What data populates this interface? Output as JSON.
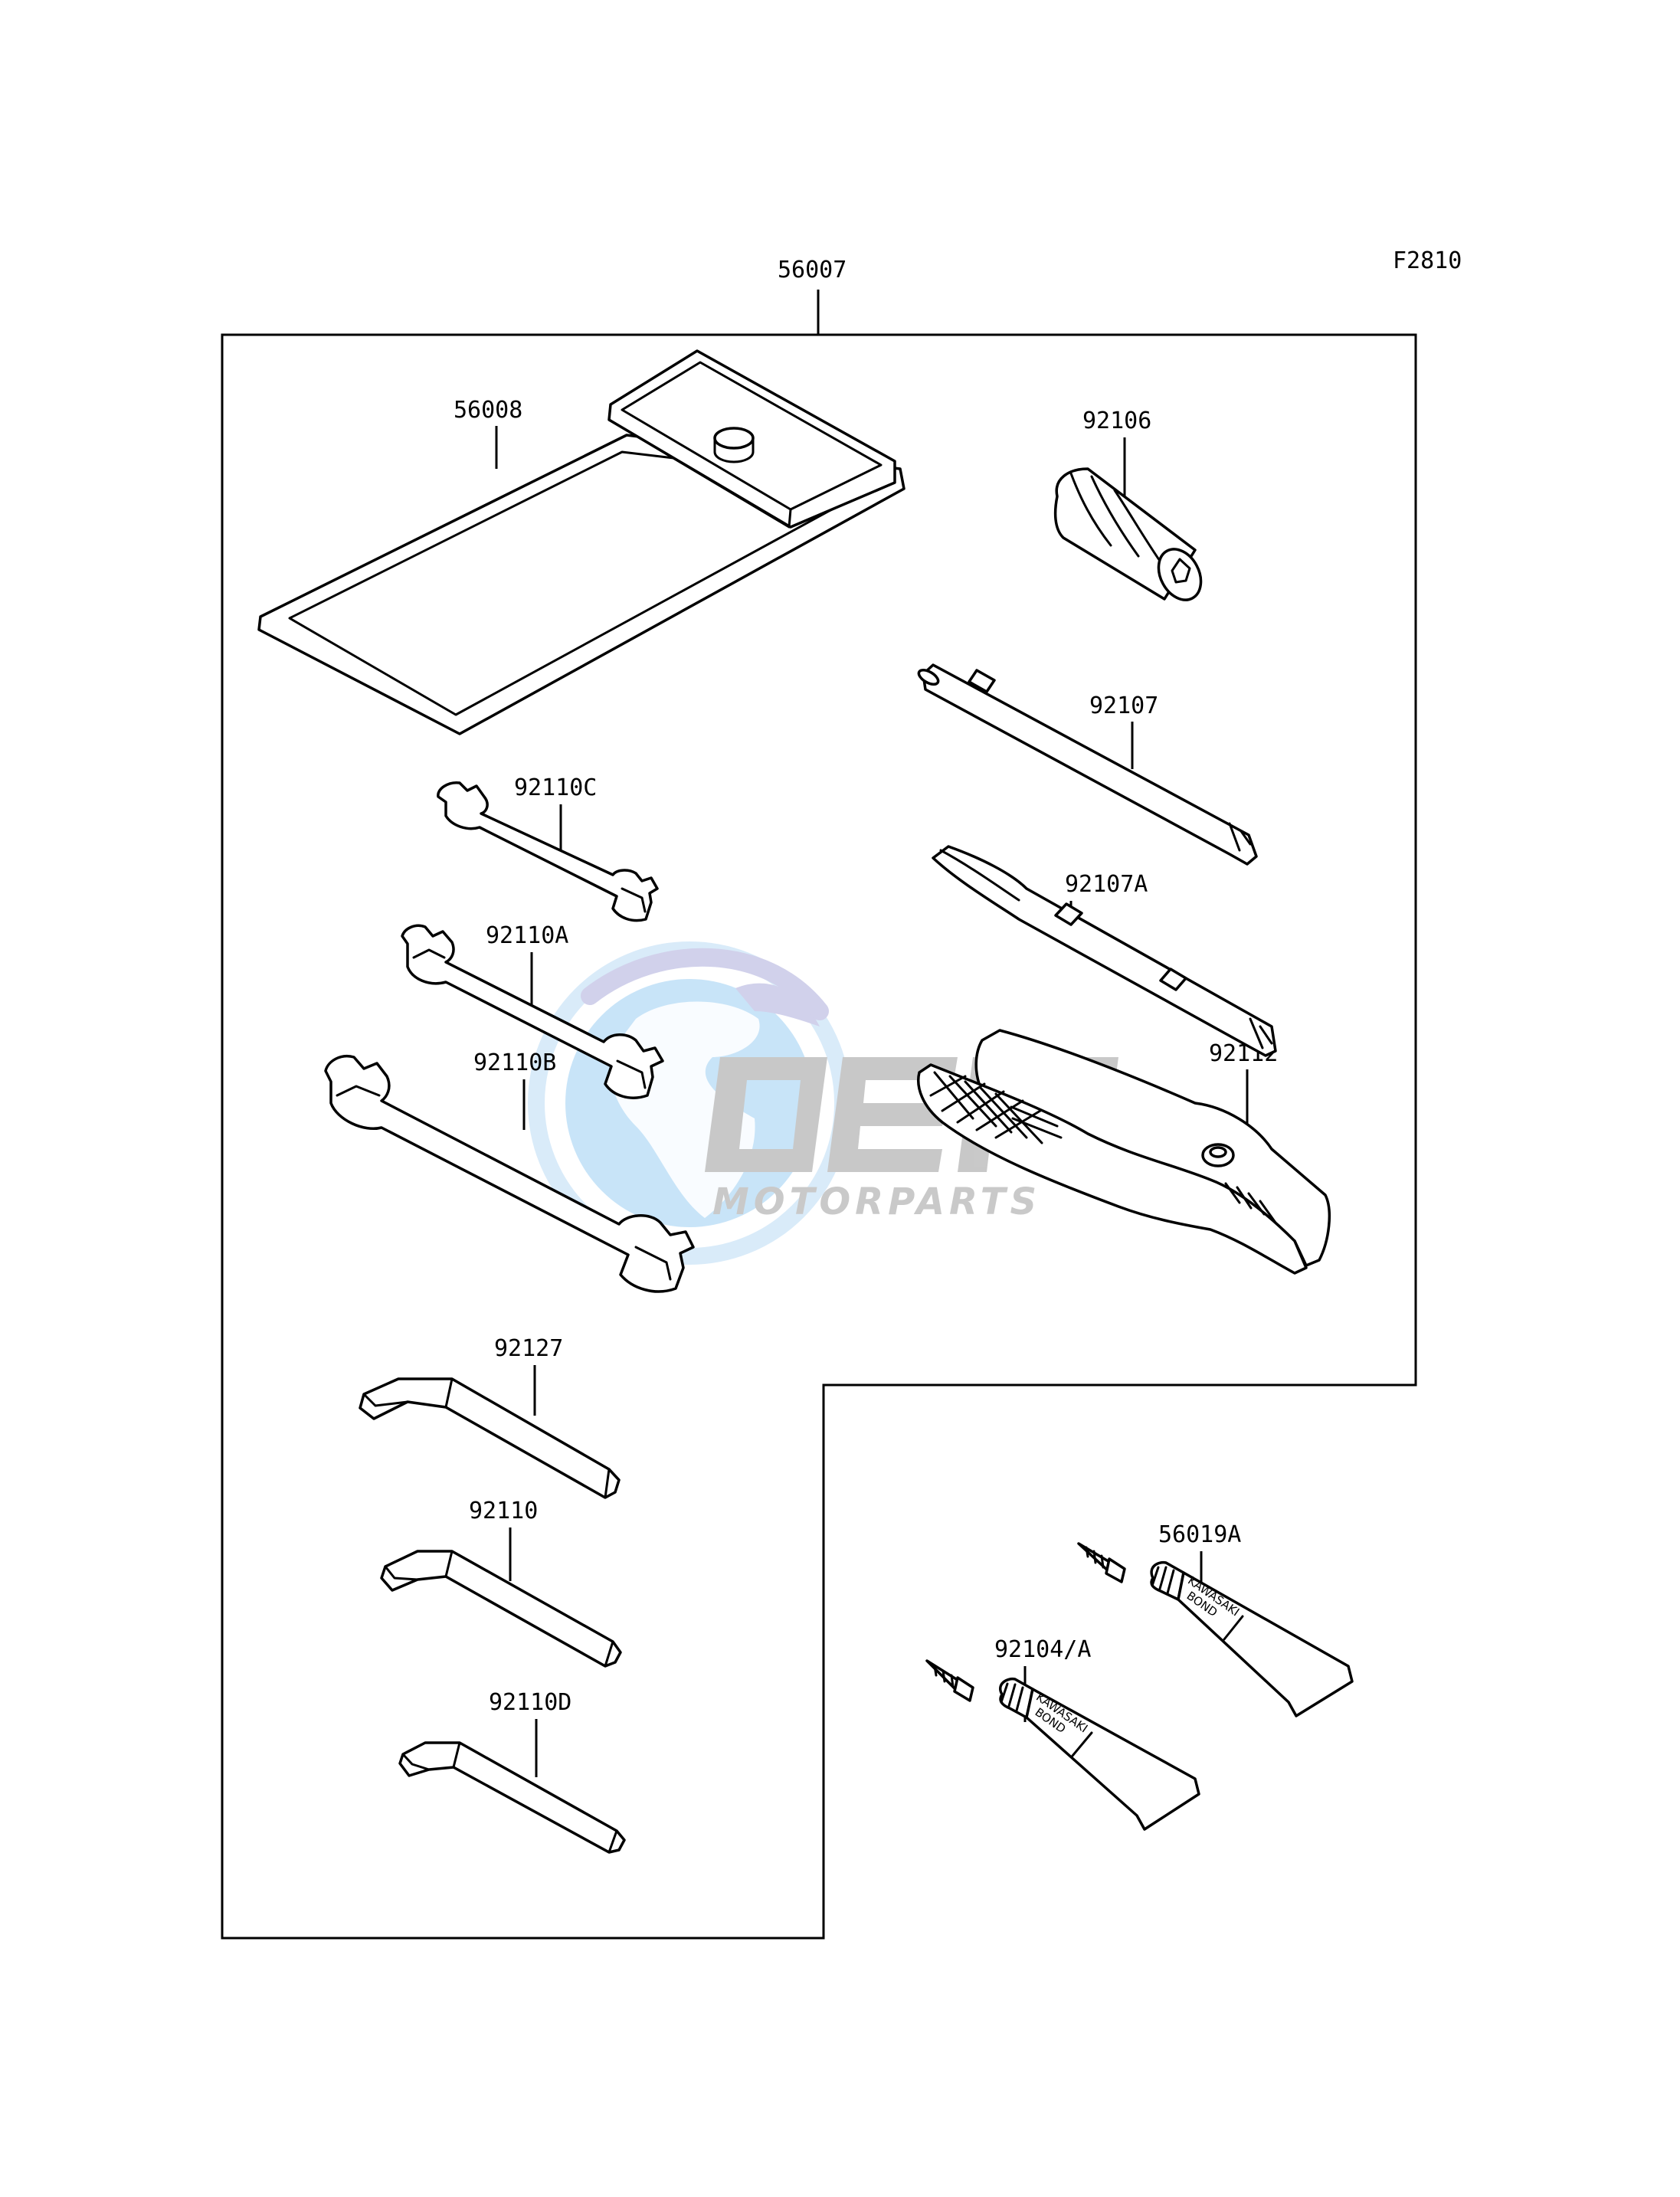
{
  "figure_code": "F2810",
  "assembly": {
    "part_number": "56007"
  },
  "parts": {
    "p56008": "56008",
    "p92106": "92106",
    "p92107": "92107",
    "p92107A": "92107A",
    "p92110C": "92110C",
    "p92110A": "92110A",
    "p92110B": "92110B",
    "p92112": "92112",
    "p92127": "92127",
    "p92110": "92110",
    "p92110D": "92110D",
    "p56019A": "56019A",
    "p92104A": "92104/A"
  },
  "tube_label": {
    "line1": "KAWASAKI",
    "line2": "BOND"
  },
  "watermark": {
    "logo": "OEM",
    "tagline": "MOTORPARTS",
    "colors": {
      "globe": "#9fcdf0",
      "letters": "#bfbfbf",
      "arc": "#c9c9e8"
    }
  },
  "colors": {
    "line": "#000000",
    "background": "#ffffff"
  }
}
